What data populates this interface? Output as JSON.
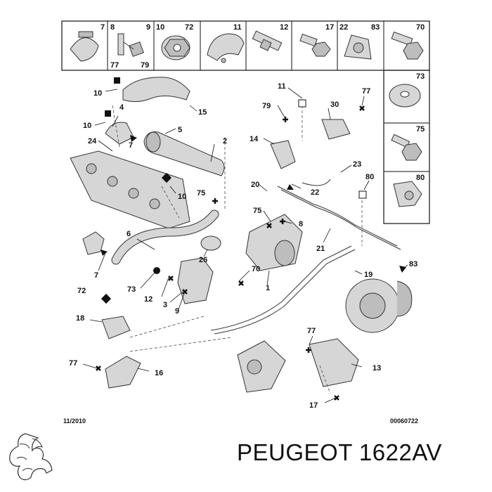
{
  "header_boxes": [
    {
      "left": "7"
    },
    {
      "left": "8",
      "right": "9",
      "bottom_left": "77",
      "bottom_right": "79"
    },
    {
      "left": "10",
      "right": "72"
    },
    {
      "left": "11"
    },
    {
      "left": "12"
    },
    {
      "left": "17"
    },
    {
      "left": "22",
      "right": "83"
    },
    {
      "left": "70"
    }
  ],
  "side_boxes": [
    "73",
    "75",
    "80"
  ],
  "callouts": [
    {
      "id": "c10a",
      "text": "10"
    },
    {
      "id": "c15",
      "text": "15"
    },
    {
      "id": "c4",
      "text": "4"
    },
    {
      "id": "c10b",
      "text": "10"
    },
    {
      "id": "c7a",
      "text": "7"
    },
    {
      "id": "c5",
      "text": "5"
    },
    {
      "id": "c24",
      "text": "24"
    },
    {
      "id": "c2",
      "text": "2"
    },
    {
      "id": "c10c",
      "text": "10"
    },
    {
      "id": "c75a",
      "text": "75"
    },
    {
      "id": "c6",
      "text": "6"
    },
    {
      "id": "c7b",
      "text": "7"
    },
    {
      "id": "c26",
      "text": "26"
    },
    {
      "id": "c73",
      "text": "73"
    },
    {
      "id": "c12",
      "text": "12"
    },
    {
      "id": "c3",
      "text": "3"
    },
    {
      "id": "c9",
      "text": "9"
    },
    {
      "id": "c70",
      "text": "70"
    },
    {
      "id": "c72",
      "text": "72"
    },
    {
      "id": "c18",
      "text": "18"
    },
    {
      "id": "c77a",
      "text": "77"
    },
    {
      "id": "c16",
      "text": "16"
    },
    {
      "id": "c11",
      "text": "11"
    },
    {
      "id": "c77b",
      "text": "77"
    },
    {
      "id": "c79",
      "text": "79"
    },
    {
      "id": "c30",
      "text": "30"
    },
    {
      "id": "c14",
      "text": "14"
    },
    {
      "id": "c23",
      "text": "23"
    },
    {
      "id": "c20",
      "text": "20"
    },
    {
      "id": "c80",
      "text": "80"
    },
    {
      "id": "c22",
      "text": "22"
    },
    {
      "id": "c75b",
      "text": "75"
    },
    {
      "id": "c8",
      "text": "8"
    },
    {
      "id": "c21",
      "text": "21"
    },
    {
      "id": "c1",
      "text": "1"
    },
    {
      "id": "c19",
      "text": "19"
    },
    {
      "id": "c83",
      "text": "83"
    },
    {
      "id": "c77c",
      "text": "77"
    },
    {
      "id": "c13",
      "text": "13"
    },
    {
      "id": "c17",
      "text": "17"
    }
  ],
  "footer": {
    "date": "11/2010",
    "code": "00060722"
  },
  "brand": {
    "text": "PEUGEOT 1622AV",
    "logo_icon": "peugeot-lion-logo"
  },
  "colors": {
    "line": "#111111",
    "part_fill": "#d6d6d6",
    "background": "#ffffff"
  }
}
